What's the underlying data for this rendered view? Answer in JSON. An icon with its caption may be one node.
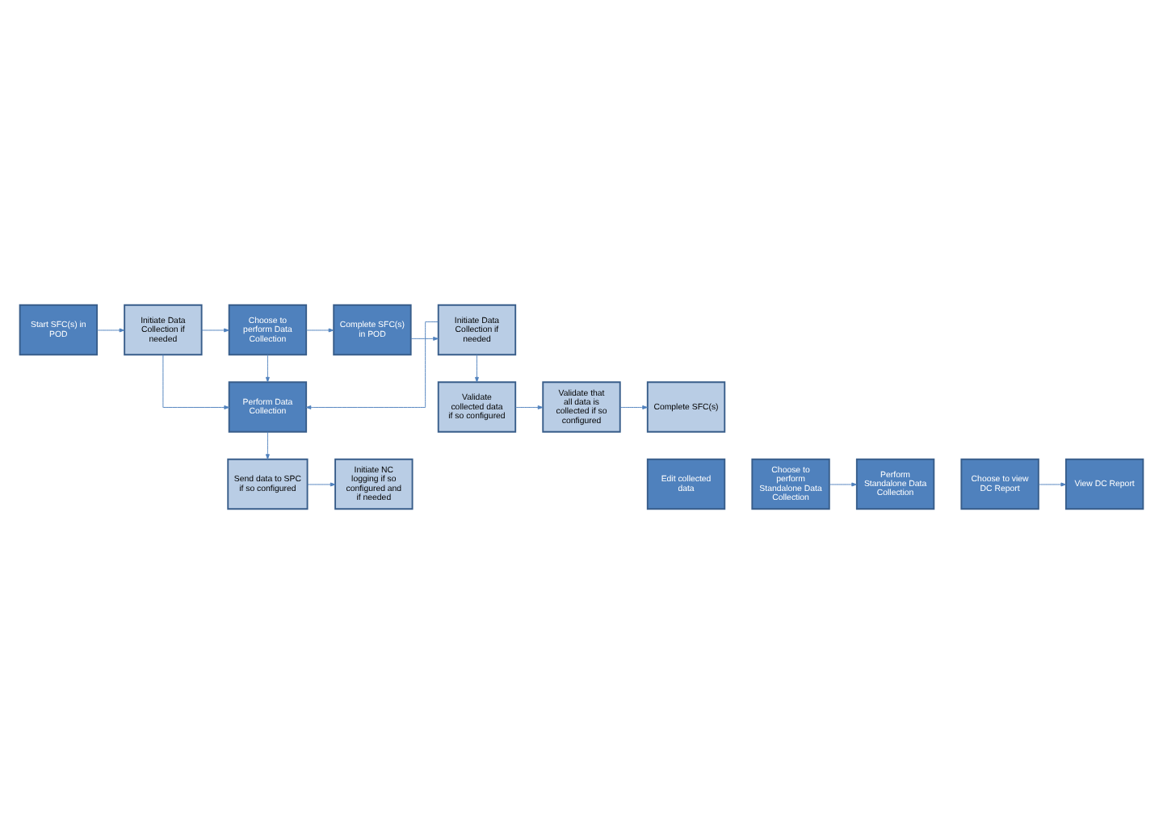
{
  "diagram": {
    "nodes": [
      {
        "text": [
          "Start SFC(s) in POD"
        ]
      },
      {
        "text": [
          "Initiate Data Collection if needed"
        ]
      },
      {
        "text": [
          "Choose to perform Data Collection"
        ]
      },
      {
        "text": [
          "Complete SFC(s) in POD"
        ]
      },
      {
        "text": [
          "Initiate Data Collection if needed"
        ]
      },
      {
        "text": [
          "Perform Data Collection"
        ]
      },
      {
        "text": [
          "Send data to SPC if so configured"
        ]
      },
      {
        "text": [
          "Initiate NC logging if so configured and if needed"
        ]
      },
      {
        "text": [
          "Validate collected data if so configured"
        ]
      },
      {
        "text": [
          "Validate that all data is collected if so configured"
        ]
      },
      {
        "text": [
          "Complete SFC(s)"
        ]
      },
      {
        "text": [
          "Edit collected data"
        ]
      },
      {
        "text": [
          "Choose to perform Standalone Data Collection"
        ]
      },
      {
        "text": [
          "Perform Standalone Data Collection"
        ]
      },
      {
        "text": [
          "Choose to view DC Report"
        ]
      },
      {
        "text": [
          "View DC Report"
        ]
      }
    ],
    "edges": [
      {
        "from": 0,
        "to": 1,
        "arrow": "to"
      },
      {
        "from": 1,
        "to": 2,
        "arrow": "to"
      },
      {
        "from": 2,
        "to": 3,
        "arrow": "to"
      },
      {
        "from": 3,
        "to": 4,
        "arrow": "to"
      },
      {
        "from": 1,
        "to": 5,
        "arrow": "to"
      },
      {
        "from": 2,
        "to": 5,
        "arrow": "to"
      },
      {
        "from": 4,
        "to": 5,
        "arrow": "to"
      },
      {
        "from": 5,
        "to": 6,
        "arrow": "to"
      },
      {
        "from": 6,
        "to": 7,
        "arrow": "to"
      },
      {
        "from": 4,
        "to": 8,
        "arrow": "to"
      },
      {
        "from": 8,
        "to": 9,
        "arrow": "to"
      },
      {
        "from": 9,
        "to": 10,
        "arrow": "to"
      },
      {
        "from": 12,
        "to": 13,
        "arrow": "to"
      },
      {
        "from": 14,
        "to": 15,
        "arrow": "to"
      }
    ]
  }
}
